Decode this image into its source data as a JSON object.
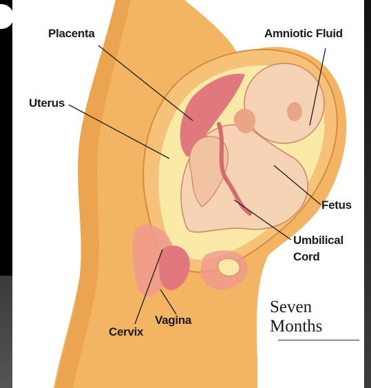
{
  "labels": {
    "placenta": "Placenta",
    "amniotic_fluid": "Amniotic Fluid",
    "uterus": "Uterus",
    "fetus": "Fetus",
    "umbilical": "Umbilical",
    "cord": "Cord",
    "cervix": "Cervix",
    "vagina": "Vagina"
  },
  "caption": {
    "line1": "Seven",
    "line2": "Months"
  },
  "colors": {
    "skin": "#f3b564",
    "skin_shade": "#e39540",
    "uterus_wall": "#f6c27a",
    "placenta": "#e0787d",
    "fluid": "#fbe9a8",
    "fetus": "#f7d3b6",
    "fetus_shade": "#e8a687",
    "tissue_pink": "#ef9a8e",
    "background": "#ffffff"
  }
}
